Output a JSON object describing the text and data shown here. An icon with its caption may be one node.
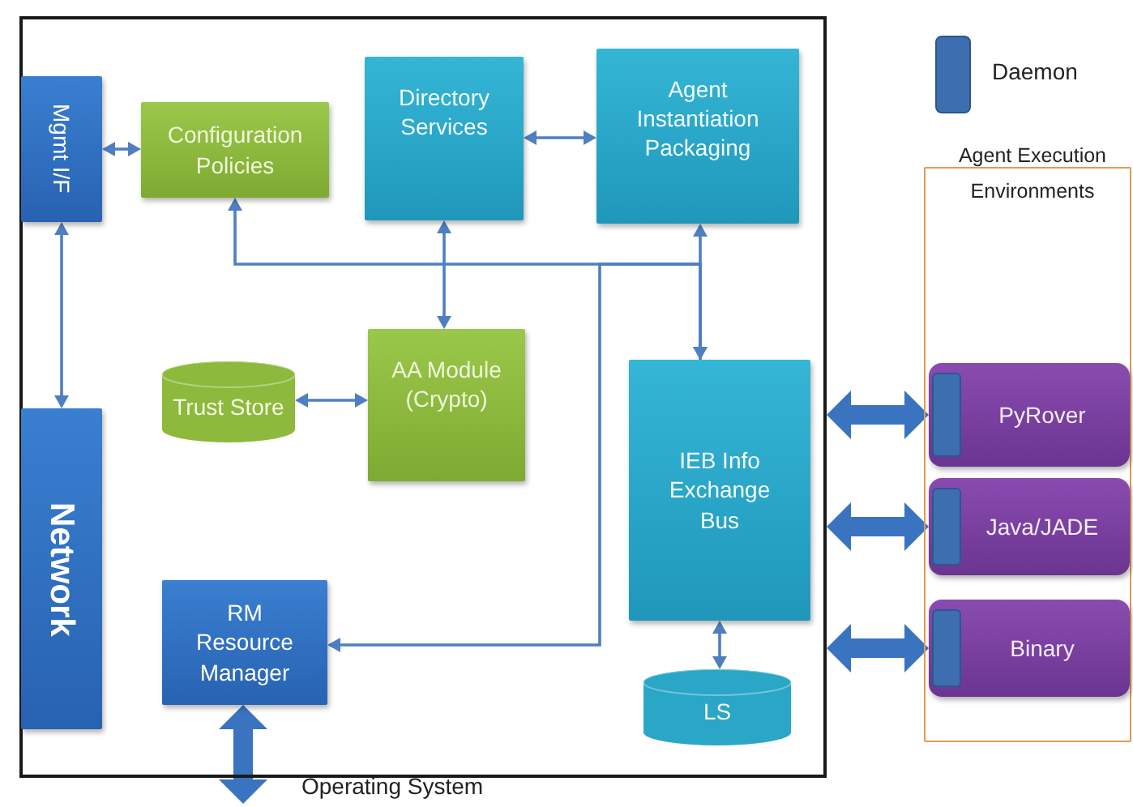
{
  "diagram": {
    "nodes": [
      {
        "text": [],
        "shape": "box"
      },
      {
        "text": [
          "Mgmt I/F"
        ],
        "in": 0
      },
      {
        "text": [
          "Configuration Policies"
        ],
        "in": 0
      },
      {
        "text": [
          "Directory Services"
        ],
        "in": 0
      },
      {
        "text": [
          "Agent Instantiation Packaging"
        ],
        "in": 0
      },
      {
        "text": [
          "Trust Store"
        ],
        "in": 0
      },
      {
        "text": [
          "AA Module (Crypto)"
        ],
        "in": 0
      },
      {
        "text": [
          "IEB Info Exchange Bus"
        ],
        "in": 0
      },
      {
        "text": [
          "Network"
        ],
        "in": 0
      },
      {
        "text": [
          "RM Resource Manager"
        ],
        "in": 0
      },
      {
        "text": [
          "LS"
        ],
        "in": 0
      },
      {
        "text": [
          "Agent Execution Environments"
        ]
      },
      {
        "text": [
          "PyRover"
        ],
        "in": 11
      },
      {
        "text": [
          "Java/JADE"
        ],
        "in": 11
      },
      {
        "text": [
          "Binary"
        ],
        "in": 11
      }
    ],
    "edges": [
      {
        "from": 1,
        "to": 2,
        "arrow": "both"
      },
      {
        "from": 3,
        "to": 4,
        "arrow": "both"
      },
      {
        "from": 3,
        "to": 6,
        "arrow": "both"
      },
      {
        "from": 5,
        "to": 6,
        "arrow": "both"
      },
      {
        "from": 1,
        "to": 8,
        "arrow": "both"
      },
      {
        "from": 7,
        "to": 4,
        "arrow": "both"
      },
      {
        "from": 7,
        "to": 2,
        "arrow": "to"
      },
      {
        "from": 9,
        "to": 7,
        "arrow": "both"
      },
      {
        "from": 7,
        "to": 10,
        "arrow": "both"
      },
      {
        "from": 0,
        "to": 12,
        "arrow": "both",
        "style": "thick"
      },
      {
        "from": 0,
        "to": 13,
        "arrow": "both",
        "style": "thick"
      },
      {
        "from": 0,
        "to": 14,
        "arrow": "both",
        "style": "thick"
      },
      {
        "from": 9,
        "to": null,
        "arrow": "both",
        "style": "thick"
      }
    ],
    "labels": [
      "Operating System"
    ],
    "legend": [
      {
        "text": "Daemon",
        "color": "#3d6fb0"
      }
    ]
  }
}
